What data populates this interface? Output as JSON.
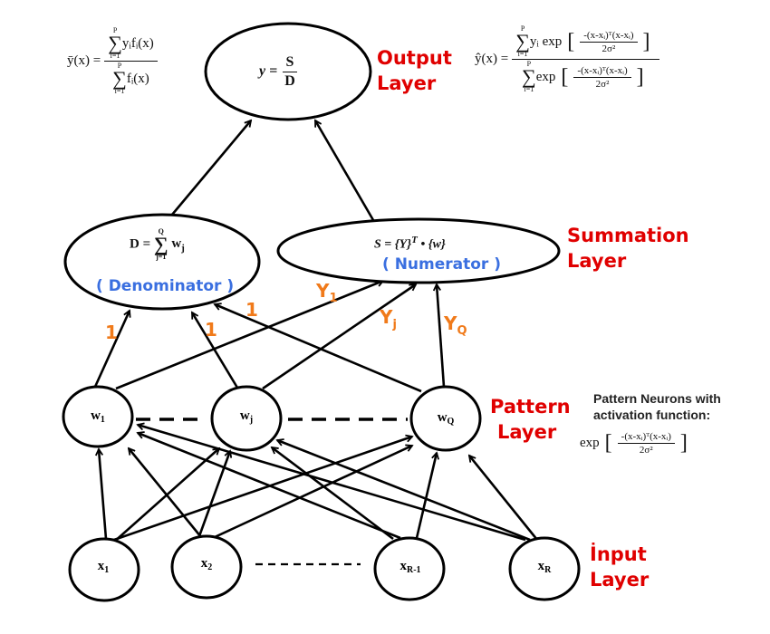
{
  "layers": {
    "output": [
      "Output",
      "Layer"
    ],
    "summation": [
      "Summation",
      "Layer"
    ],
    "pattern": [
      "Pattern",
      "Layer"
    ],
    "input": [
      "İnput",
      "Layer"
    ]
  },
  "output_node": {
    "lhs": "y =",
    "num": "S",
    "den": "D"
  },
  "denominator_node": {
    "lhs": "D =",
    "upper": "Q",
    "lower": "j=1",
    "term": "w",
    "term_sub": "j",
    "caption": "( Denominator )"
  },
  "numerator_node": {
    "formula": "S = {Y}",
    "sup": "T",
    "formula_tail": " • {w}",
    "caption": "( Numerator )"
  },
  "pattern_nodes": [
    {
      "base": "w",
      "sub": "1"
    },
    {
      "base": "w",
      "sub": "j"
    },
    {
      "base": "w",
      "sub": "Q"
    }
  ],
  "input_nodes": [
    {
      "base": "x",
      "sub": "1"
    },
    {
      "base": "x",
      "sub": "2"
    },
    {
      "base": "x",
      "sub": "R-1"
    },
    {
      "base": "x",
      "sub": "R"
    }
  ],
  "edge_labels": {
    "denominator_weights": [
      "1",
      "1",
      "1"
    ],
    "numerator_weights": [
      {
        "base": "Y",
        "sub": "1"
      },
      {
        "base": "Y",
        "sub": "j"
      },
      {
        "base": "Y",
        "sub": "Q"
      }
    ]
  },
  "formula_left": {
    "lhs": "ȳ(x) =",
    "num_upper": "P",
    "num_lower": "i=1",
    "num_term": "yᵢfᵢ(x)",
    "den_upper": "P",
    "den_lower": "i=1",
    "den_term": "fᵢ(x)"
  },
  "formula_right": {
    "lhs": "ŷ(x) =",
    "num_upper": "P",
    "num_lower": "i=1",
    "num_term": "yᵢ exp",
    "den_upper": "P",
    "den_lower": "i=1",
    "den_term": "exp",
    "kernel_num": "-(x-xᵢ)ᵀ(x-xᵢ)",
    "kernel_den": "2σ²"
  },
  "pattern_note": {
    "lines": [
      "Pattern Neurons with",
      "activation function:"
    ],
    "prefix": "exp",
    "kernel_num": "-(x-xᵢ)ᵀ(x-xᵢ)",
    "kernel_den": "2σ²"
  },
  "colors": {
    "layer_label": "#e00000",
    "caption": "#3a6fe0",
    "weight_label": "#f07a1a"
  }
}
